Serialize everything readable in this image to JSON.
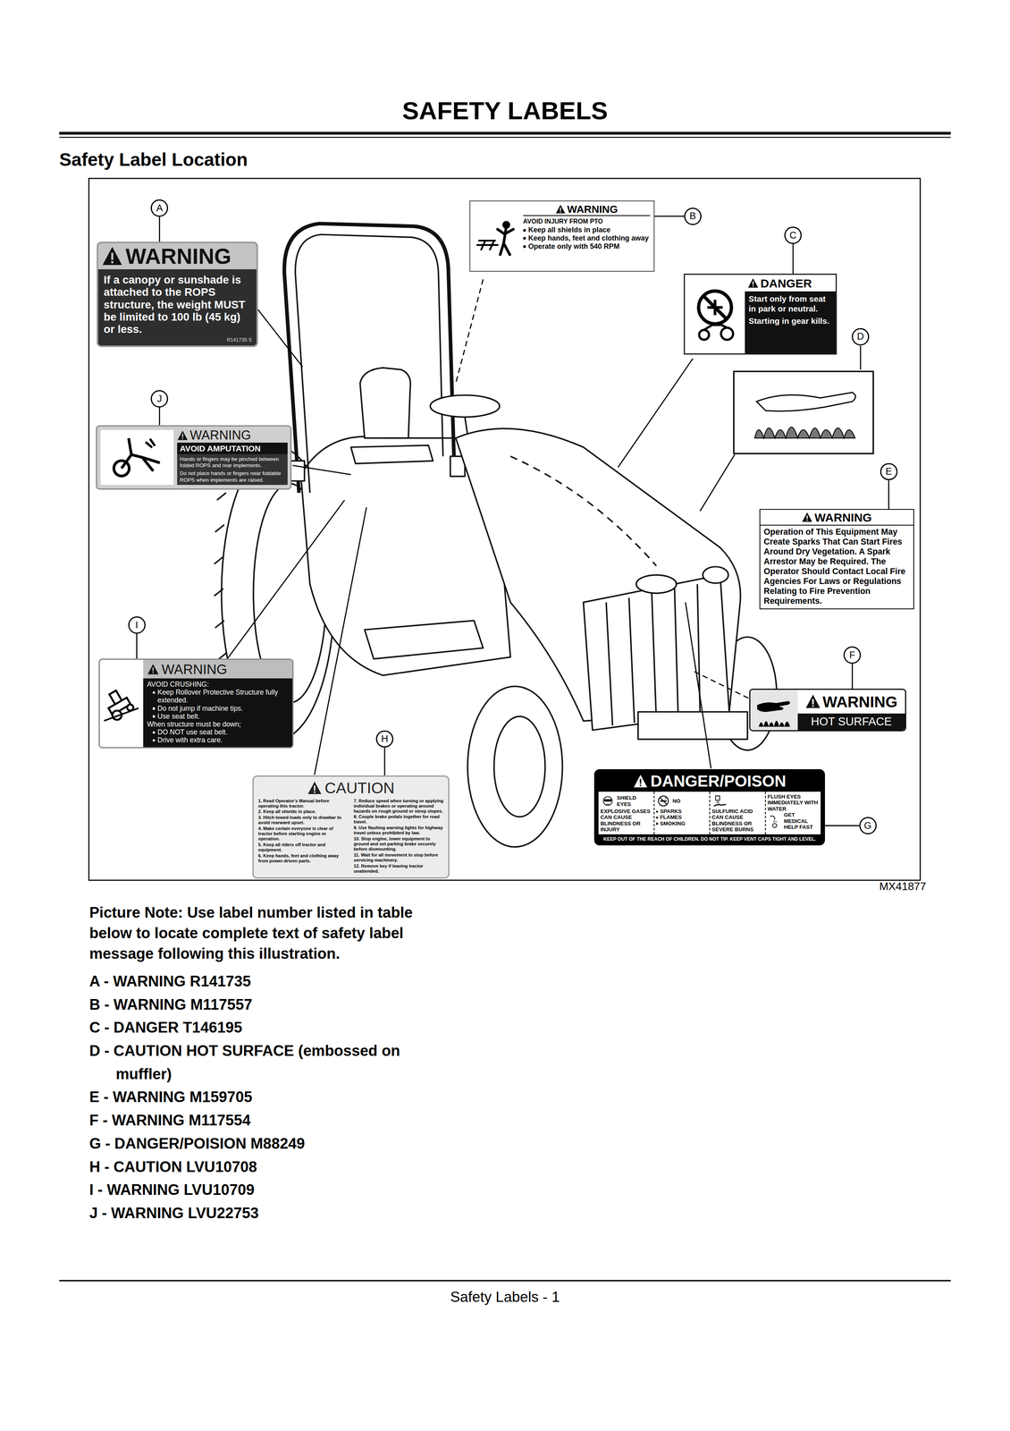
{
  "diagram": {
    "title": "SAFETY LABELS",
    "nodes": [
      {
        "text": [
          "A"
        ]
      },
      {
        "text": [
          "WARNING",
          "If a canopy or sunshade is attached to the ROPS structure, the weight MUST be limited to 100 lb (45 kg) or less.",
          "R141735 S"
        ]
      },
      {
        "text": [
          "B"
        ]
      },
      {
        "text": [
          "WARNING",
          "AVOID INJURY FROM PTO",
          "Keep all shields in place",
          "Keep hands, feet and clothing away",
          "Operate only with 540 RPM"
        ]
      },
      {
        "text": [
          "C"
        ]
      },
      {
        "text": [
          "DANGER",
          "Start only from seat in park or neutral.",
          "Starting in gear kills."
        ]
      },
      {
        "text": [
          "D"
        ]
      },
      {
        "text": [
          "J"
        ]
      },
      {
        "text": [
          "WARNING",
          "AVOID AMPUTATION",
          "Hands or fingers may be pinched between folded ROPS and rear implements.",
          "Do not place hands or fingers near foldable ROPS when implements are raised."
        ]
      },
      {
        "text": [
          "E"
        ]
      },
      {
        "text": [
          "WARNING",
          "Operation of This Equipment May Create Sparks That Can Start Fires Around Dry Vegetation. A Spark Arrestor May be Required. The Operator Should Contact Local Fire Agencies For Laws or Regulations Relating to Fire Prevention Requirements."
        ]
      },
      {
        "text": [
          "I"
        ]
      },
      {
        "text": [
          "WARNING",
          "AVOID CRUSHING:",
          "Keep Rollover Protective Structure fully extended.",
          "Do not jump if machine tips.",
          "Use seat belt.",
          "When structure must be down;",
          "DO NOT use seat belt.",
          "Drive with extra care."
        ]
      },
      {
        "text": [
          "F"
        ]
      },
      {
        "text": [
          "WARNING",
          "HOT SURFACE"
        ]
      },
      {
        "text": [
          "H"
        ]
      },
      {
        "text": [
          "CAUTION",
          "1. Read Operator's Manual before operating this tractor.",
          "2. Keep all shields in place.",
          "3. Hitch towed loads only to drawbar to avoid rearward upset.",
          "4. Make certain everyone is clear of tractor before starting engine or operation.",
          "5. Keep all riders off tractor and equipment.",
          "6. Keep hands, feet and clothing away from power-driven parts.",
          "7. Reduce speed when turning or applying individual brakes or operating around hazards on rough ground or steep slopes.",
          "8. Couple brake pedals together for road travel.",
          "9. Use flashing warning lights for highway travel unless prohibited by law.",
          "10. Stop engine, lower equipment to ground and set parking brake securely before dismounting.",
          "11. Wait for all movement to stop before servicing machinery.",
          "12. Remove key if leaving tractor unattended."
        ]
      },
      {
        "text": [
          "DANGER/POISON",
          "SHIELD EYES",
          "EXPLOSIVE GASES CAN CAUSE BLINDNESS OR INJURY",
          "NO",
          "SPARKS",
          "FLAMES",
          "SMOKING",
          "SULFURIC ACID CAN CAUSE BLINDNESS OR SEVERE BURNS",
          "FLUSH EYES IMMEDIATELY WITH WATER",
          "GET MEDICAL HELP FAST",
          "KEEP OUT OF THE REACH OF CHILDREN. DO NOT TIP. KEEP VENT CAPS TIGHT AND LEVEL."
        ]
      },
      {
        "text": [
          "G"
        ]
      }
    ],
    "edges": [
      {
        "from": 0,
        "to": 1,
        "arrow": "none"
      },
      {
        "from": 2,
        "to": 3,
        "arrow": "none"
      },
      {
        "from": 4,
        "to": 5,
        "arrow": "none"
      },
      {
        "from": 7,
        "to": 8,
        "arrow": "none"
      },
      {
        "from": 9,
        "to": 10,
        "arrow": "none"
      },
      {
        "from": 11,
        "to": 12,
        "arrow": "none"
      },
      {
        "from": 13,
        "to": 14,
        "arrow": "none"
      },
      {
        "from": 15,
        "to": 16,
        "arrow": "none"
      },
      {
        "from": 18,
        "to": 17,
        "arrow": "none"
      }
    ],
    "labels": [
      "Safety Label Location",
      "MX41877",
      "Picture Note: Use label number listed in table below to locate complete text of safety label message following this illustration.",
      "A - WARNING R141735",
      "B - WARNING M117557",
      "C - DANGER T146195",
      "D - CAUTION HOT SURFACE (embossed on muffler)",
      "E - WARNING M159705",
      "F - WARNING M117554",
      "G - DANGER/POISION M88249",
      "H - CAUTION LVU10708",
      "I - WARNING LVU10709",
      "J - WARNING LVU22753",
      "Safety Labels - 1"
    ]
  }
}
